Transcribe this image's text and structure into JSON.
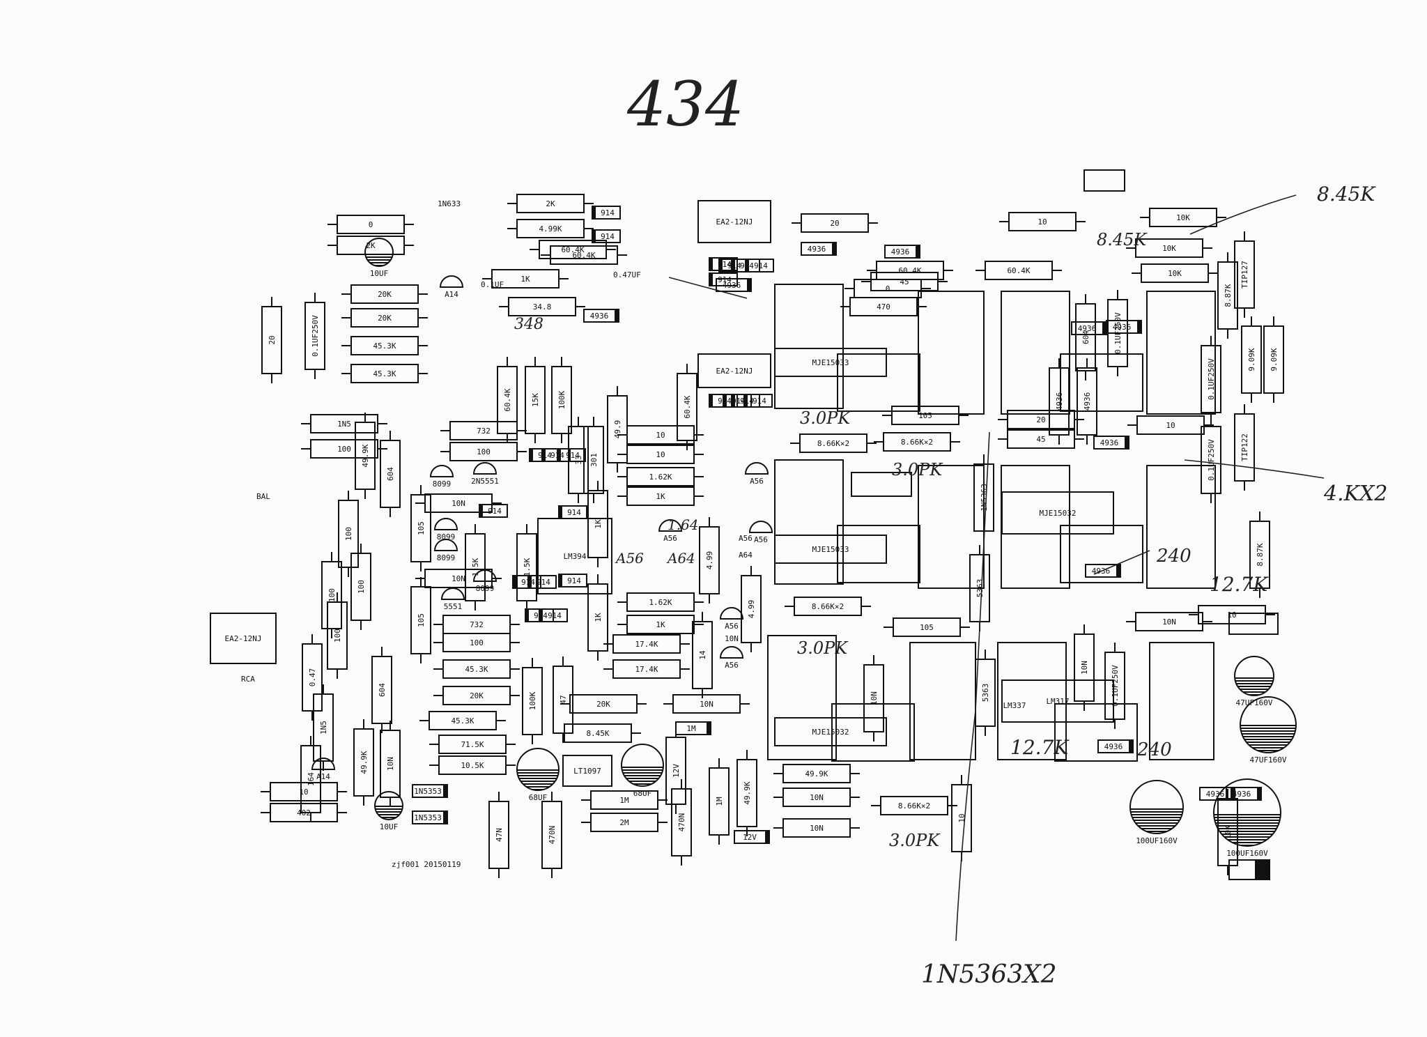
{
  "title": "434",
  "footer": "zjf001 20150119",
  "labels": {
    "bal": "BAL",
    "rca": "RCA"
  },
  "handwritten": [
    "8.45K",
    "8.45K",
    "4.KX2",
    "12.7K",
    "240",
    "12.7K",
    "240",
    "3.0PK",
    "3.0PK",
    "3.0PK",
    "3.0PK",
    "348",
    "1.64",
    "A56",
    "A64",
    "1N5363X2"
  ],
  "components": {
    "resistors_h": [
      "0",
      "2K",
      "2K",
      "4.99K",
      "60.4K",
      "1K",
      "34.8",
      "20K",
      "20K",
      "45.3K",
      "45.3K",
      "1N5",
      "100",
      "732",
      "100",
      "10N",
      "10N",
      "732",
      "100",
      "45.3K",
      "20K",
      "45.3K",
      "71.5K",
      "10.5K",
      "10",
      "402",
      "60.4K",
      "10",
      "10",
      "1.62K",
      "1K",
      "1.62K",
      "1K",
      "17.4K",
      "17.4K",
      "20K",
      "8.45K",
      "10N",
      "1M",
      "2M",
      "49.9K",
      "10N",
      "10N",
      "20",
      "10",
      "105",
      "105",
      "8.66K×2",
      "8.66K×2",
      "8.66K×2",
      "8.66K×2",
      "20",
      "45",
      "60.4K",
      "60.4K",
      "0",
      "470",
      "10K",
      "10K",
      "10K",
      "10",
      "10N",
      "10",
      "45"
    ],
    "resistors_v": [
      "20",
      "0.1UF250V",
      "49.9K",
      "604",
      "100",
      "100",
      "105",
      "100",
      "105",
      "100",
      "0.47",
      "604",
      "164",
      "49.9K",
      "10N",
      "1N5",
      "1.5K",
      "1.5K",
      "1K",
      "1K",
      "33",
      "301",
      "60.4K",
      "15K",
      "100K",
      "100K",
      "47",
      "49.9",
      "60.4K",
      "4.99",
      "4.99",
      "14",
      "47N",
      "470N",
      "12V",
      "470N",
      "1M",
      "49.9K",
      "10N",
      "10N",
      "8.87K",
      "9.09K",
      "9.09K",
      "8.87K",
      "0.1UF250V",
      "0.1UF250V",
      "0.1UF250V",
      "0.1UF250V",
      "TIP127",
      "TIP122",
      "10",
      "4936",
      "4936",
      "1N5363",
      "5363",
      "5363",
      "10K",
      "604"
    ],
    "diodes": [
      "914",
      "914",
      "914",
      "914",
      "914",
      "914",
      "914",
      "914",
      "914",
      "914",
      "914",
      "914",
      "914",
      "914",
      "914",
      "914",
      "914",
      "914",
      "914",
      "914",
      "914"
    ],
    "ic_tags": [
      "4936",
      "4936",
      "4936",
      "4936",
      "4936",
      "4936",
      "4936",
      "4936",
      "4936",
      "4936",
      "4936",
      "1N5353",
      "1N5353",
      "12V",
      "1M"
    ],
    "blocks": [
      "EA2-12NJ",
      "EA2-12NJ",
      "EA2-12NJ",
      "LM394",
      "LT1097",
      "MJE15033",
      "MJE15033",
      "MJE15032",
      "MJE15032",
      "LM317",
      "LM337"
    ],
    "caps_polar": [
      "10UF",
      "10UF",
      "68UF",
      "68UF",
      "47UF160V",
      "47UF160V",
      "100UF160V",
      "100UF160V"
    ],
    "transistors": [
      "A14",
      "A14",
      "2N5551",
      "8099",
      "8099",
      "8099",
      "8099",
      "5551",
      "A56",
      "A56",
      "A56",
      "A56",
      "A56"
    ],
    "misc": [
      "0.1UF",
      "0.47UF",
      "A56",
      "A64",
      "10N",
      "1N633"
    ]
  }
}
